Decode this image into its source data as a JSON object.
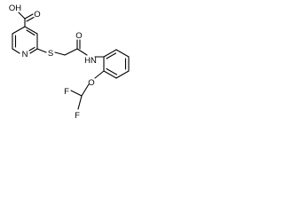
{
  "structure": {
    "atoms": {
      "hydroxyl": "OH",
      "acid_carbonyl_o": "O",
      "pyridine_n": "N",
      "thioether_s": "S",
      "amide_o": "O",
      "amide_nh": "HN",
      "ether_o": "O",
      "fluorine_top": "F",
      "fluorine_bottom": "F"
    }
  }
}
